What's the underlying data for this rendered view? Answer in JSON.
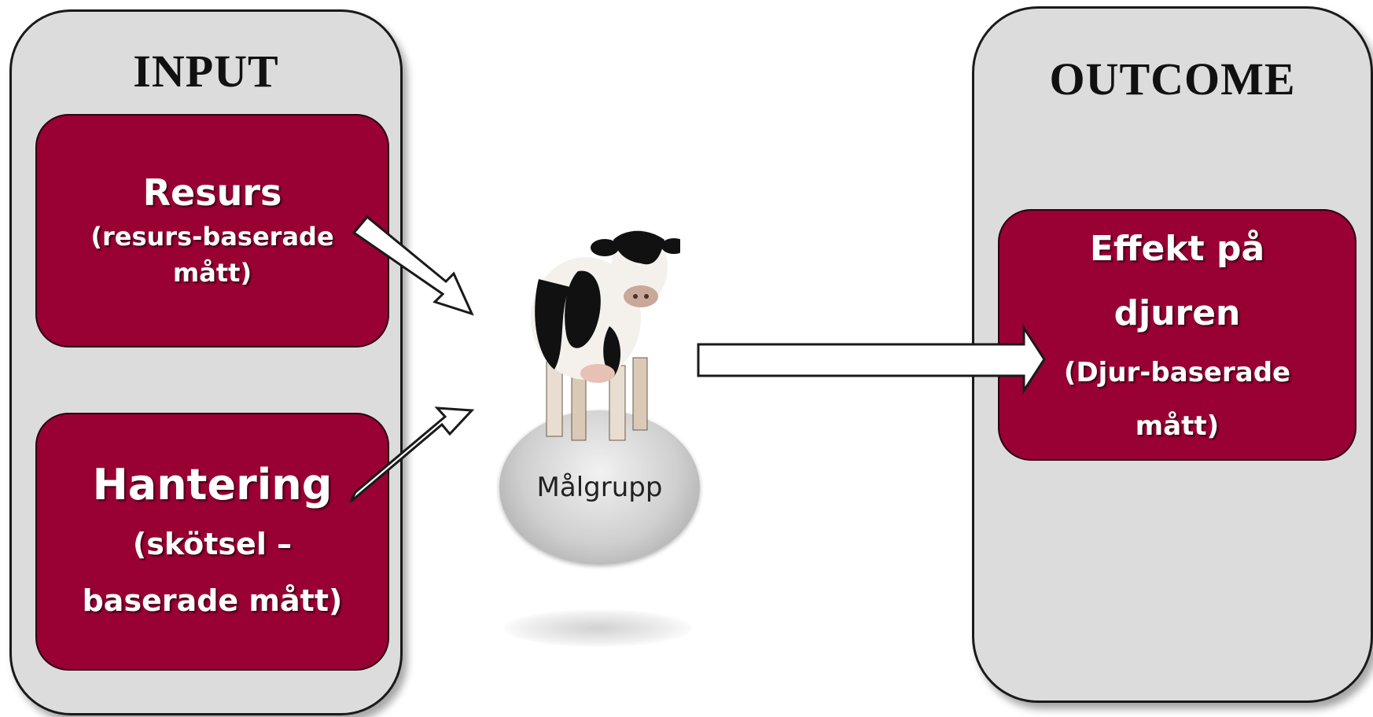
{
  "input": {
    "title": "INPUT",
    "resurs": {
      "main": "Resurs",
      "sub_line1": "(resurs-baserade",
      "sub_line2": "mått)"
    },
    "hantering": {
      "main": "Hantering",
      "sub_line1": "(skötsel –",
      "sub_line2": "baserade mått)"
    }
  },
  "outcome": {
    "title": "OUTCOME",
    "effekt": {
      "main_line1": "Effekt på",
      "main_line2": "djuren",
      "sub_line1": "(Djur-baserade",
      "sub_line2": "mått)"
    }
  },
  "target": {
    "label": "Målgrupp",
    "icon": "cow-icon"
  },
  "colors": {
    "box_fill": "#990033",
    "panel_fill": "#dcdcdc",
    "arrow_fill": "#ffffff"
  }
}
